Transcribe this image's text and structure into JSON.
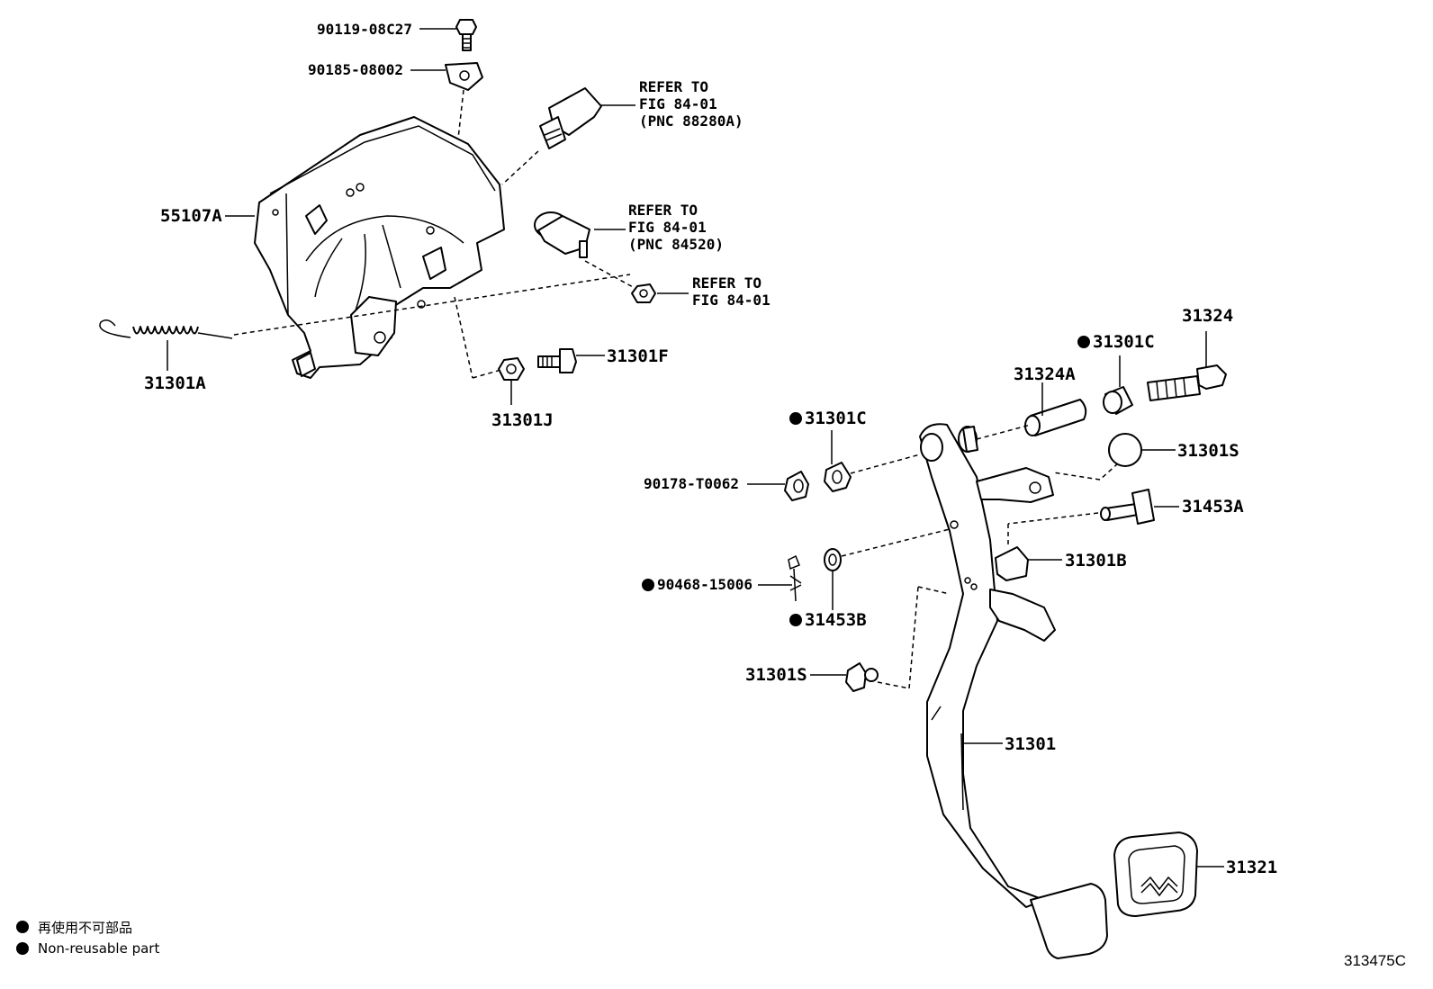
{
  "labels": {
    "p_90119_08C27": "90119-08C27",
    "p_90185_08002": "90185-08002",
    "p_55107A": "55107A",
    "p_31301A": "31301A",
    "p_31301F": "31301F",
    "p_31301J": "31301J",
    "p_31324": "31324",
    "p_31301C_top": "31301C",
    "p_31324A": "31324A",
    "p_31301C_mid": "31301C",
    "p_31301S_top": "31301S",
    "p_90178_T0062": "90178-T0062",
    "p_31453A": "31453A",
    "p_31301B": "31301B",
    "p_90468_15006": "90468-15006",
    "p_31453B": "31453B",
    "p_31301S_bot": "31301S",
    "p_31301": "31301",
    "p_31321": "31321"
  },
  "refs": {
    "ref1": [
      "REFER TO",
      "FIG 84-01",
      "(PNC 88280A)"
    ],
    "ref2": [
      "REFER TO",
      "FIG 84-01",
      "(PNC 84520)"
    ],
    "ref3": [
      "REFER TO",
      "FIG 84-01"
    ]
  },
  "legend": {
    "jp": "再使用不可部品",
    "en": "Non-reusable part"
  },
  "figure_code": "313475C"
}
